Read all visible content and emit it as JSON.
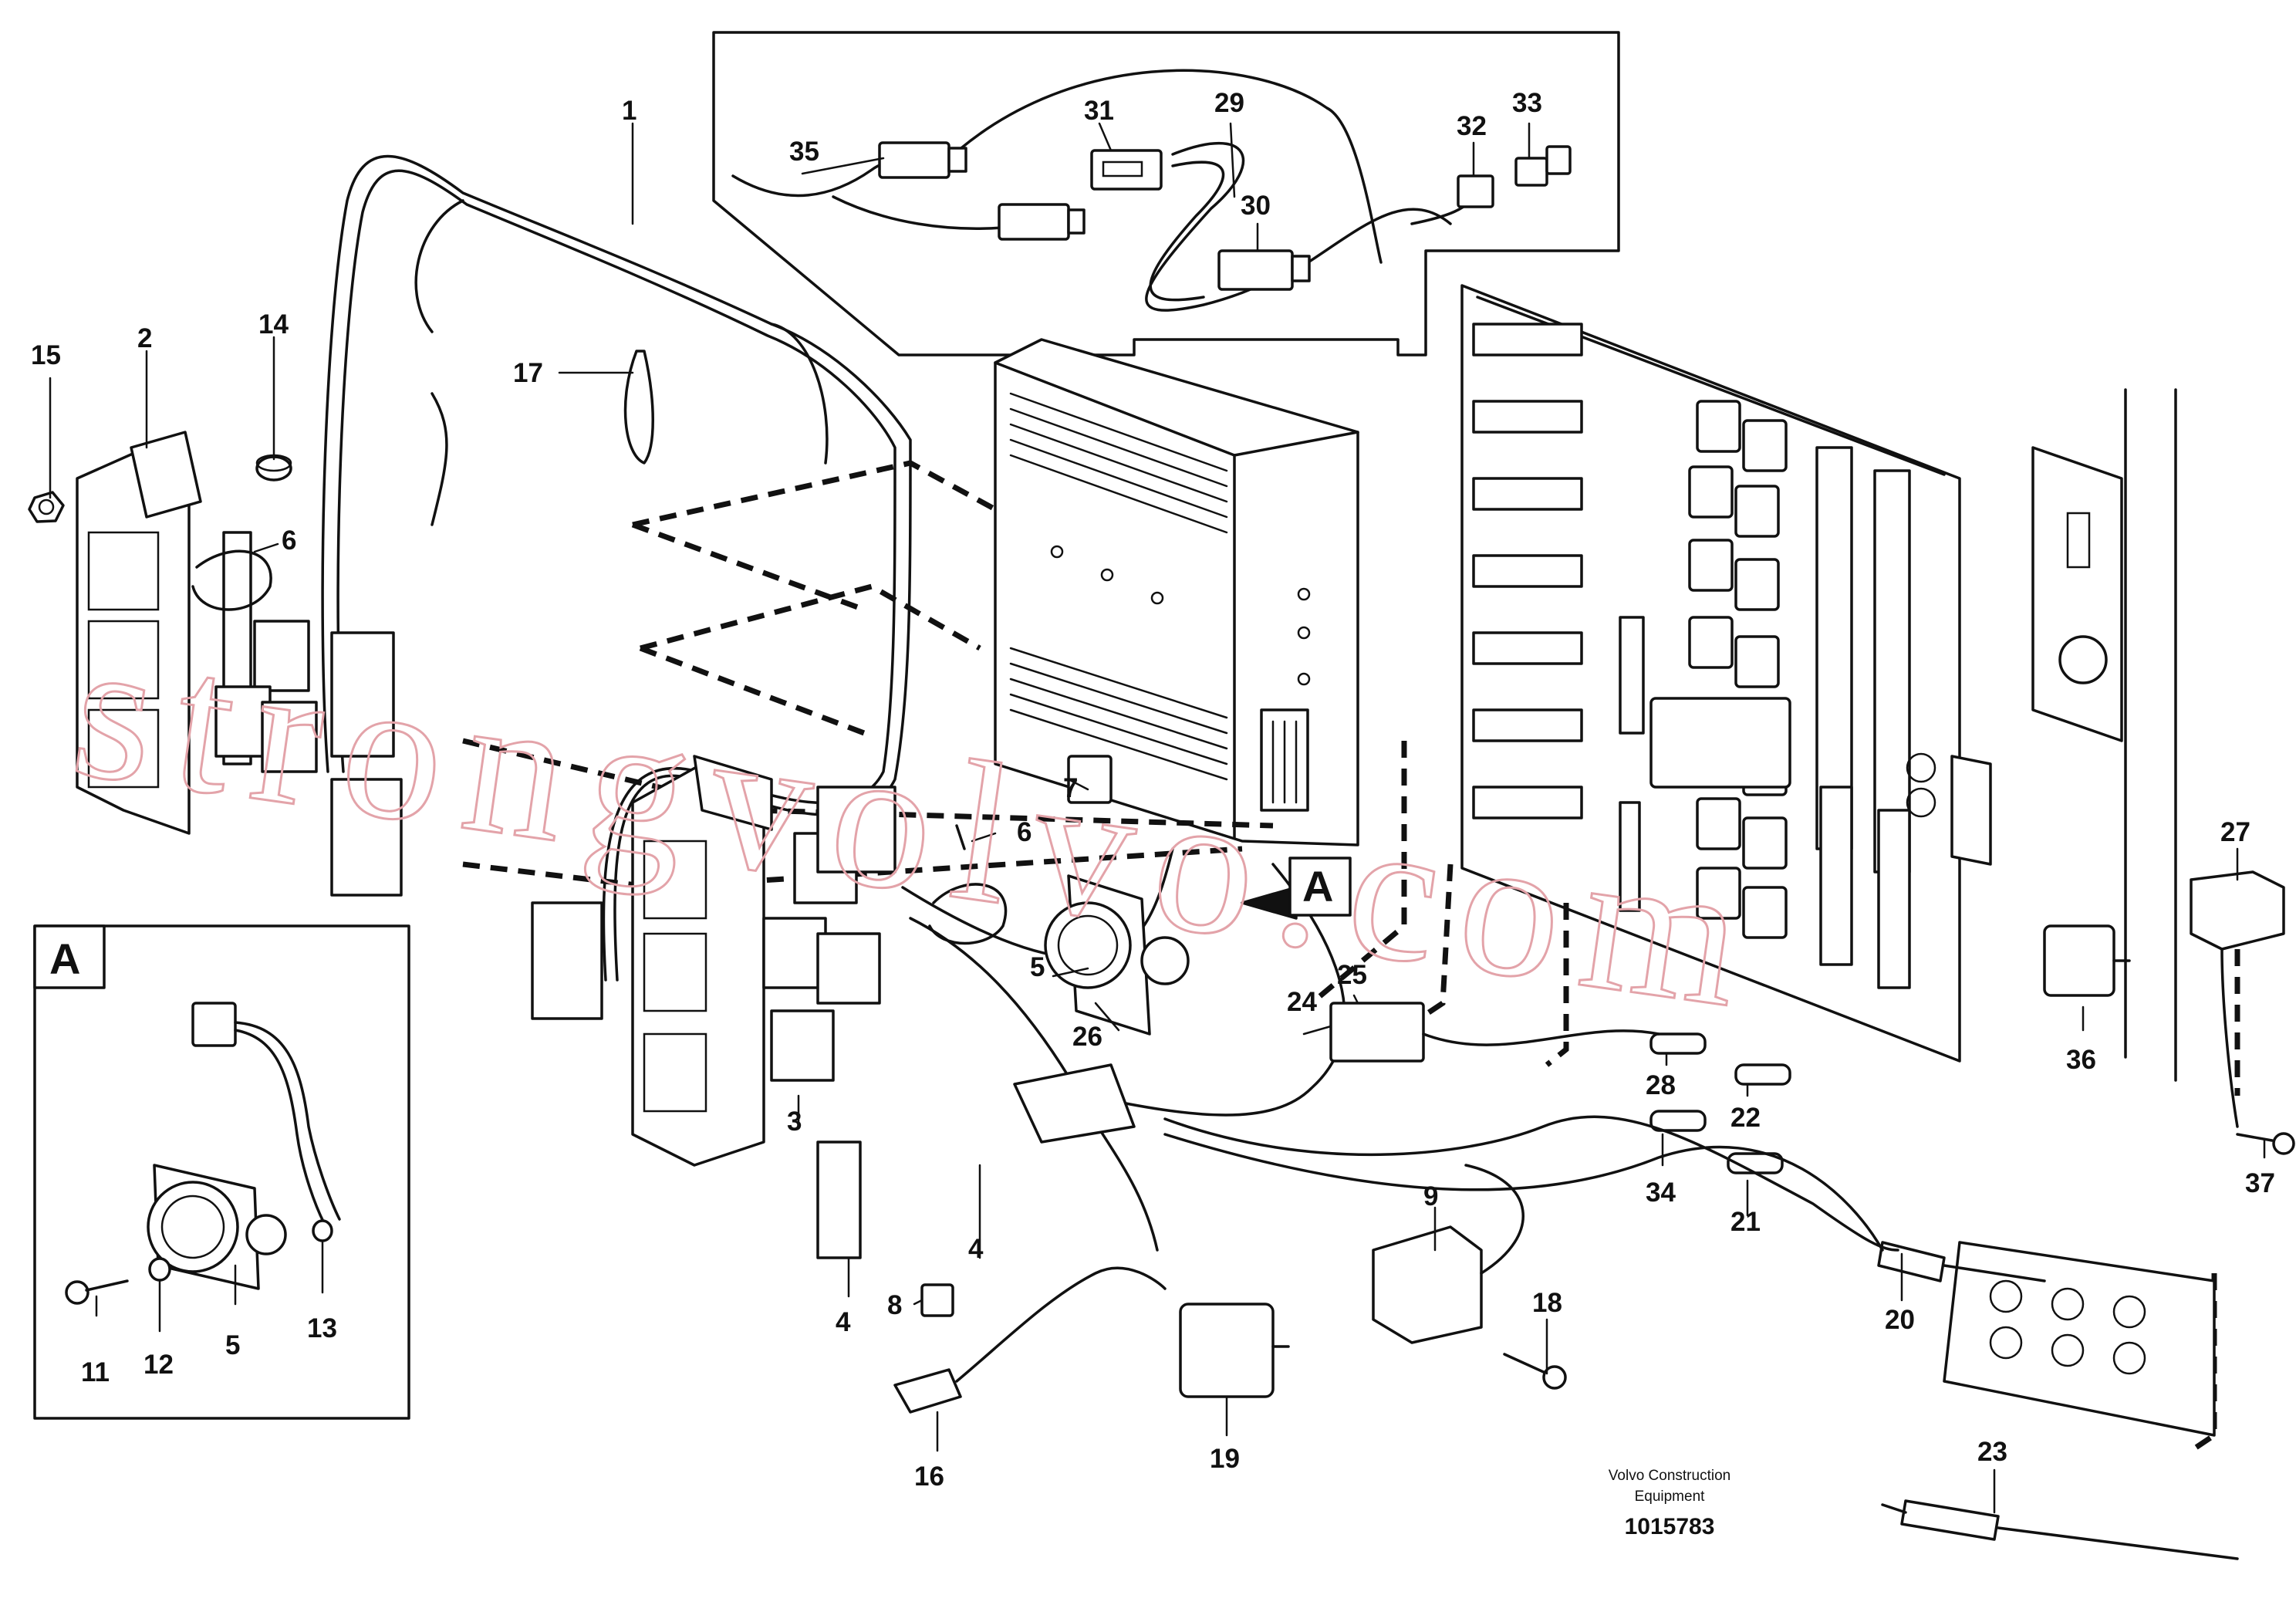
{
  "diagram": {
    "watermark": "strongvolvo.com",
    "caption_line1": "Volvo Construction",
    "caption_line2": "Equipment",
    "document_number": "1015783",
    "detail_view_label": "A",
    "detail_reference_label": "A",
    "callouts": [
      {
        "id": "1",
        "label": "1"
      },
      {
        "id": "2",
        "label": "2"
      },
      {
        "id": "3",
        "label": "3"
      },
      {
        "id": "4a",
        "label": "4"
      },
      {
        "id": "4b",
        "label": "4"
      },
      {
        "id": "5a",
        "label": "5"
      },
      {
        "id": "5b",
        "label": "5"
      },
      {
        "id": "6a",
        "label": "6"
      },
      {
        "id": "6b",
        "label": "6"
      },
      {
        "id": "7",
        "label": "7"
      },
      {
        "id": "8",
        "label": "8"
      },
      {
        "id": "9",
        "label": "9"
      },
      {
        "id": "11",
        "label": "11"
      },
      {
        "id": "12",
        "label": "12"
      },
      {
        "id": "13",
        "label": "13"
      },
      {
        "id": "14",
        "label": "14"
      },
      {
        "id": "15",
        "label": "15"
      },
      {
        "id": "16",
        "label": "16"
      },
      {
        "id": "17",
        "label": "17"
      },
      {
        "id": "18",
        "label": "18"
      },
      {
        "id": "19",
        "label": "19"
      },
      {
        "id": "20",
        "label": "20"
      },
      {
        "id": "21",
        "label": "21"
      },
      {
        "id": "22",
        "label": "22"
      },
      {
        "id": "23",
        "label": "23"
      },
      {
        "id": "24",
        "label": "24"
      },
      {
        "id": "25",
        "label": "25"
      },
      {
        "id": "26",
        "label": "26"
      },
      {
        "id": "27",
        "label": "27"
      },
      {
        "id": "28",
        "label": "28"
      },
      {
        "id": "29",
        "label": "29"
      },
      {
        "id": "30",
        "label": "30"
      },
      {
        "id": "31",
        "label": "31"
      },
      {
        "id": "32",
        "label": "32"
      },
      {
        "id": "33",
        "label": "33"
      },
      {
        "id": "34",
        "label": "34"
      },
      {
        "id": "35",
        "label": "35"
      },
      {
        "id": "36",
        "label": "36"
      },
      {
        "id": "37",
        "label": "37"
      }
    ]
  }
}
